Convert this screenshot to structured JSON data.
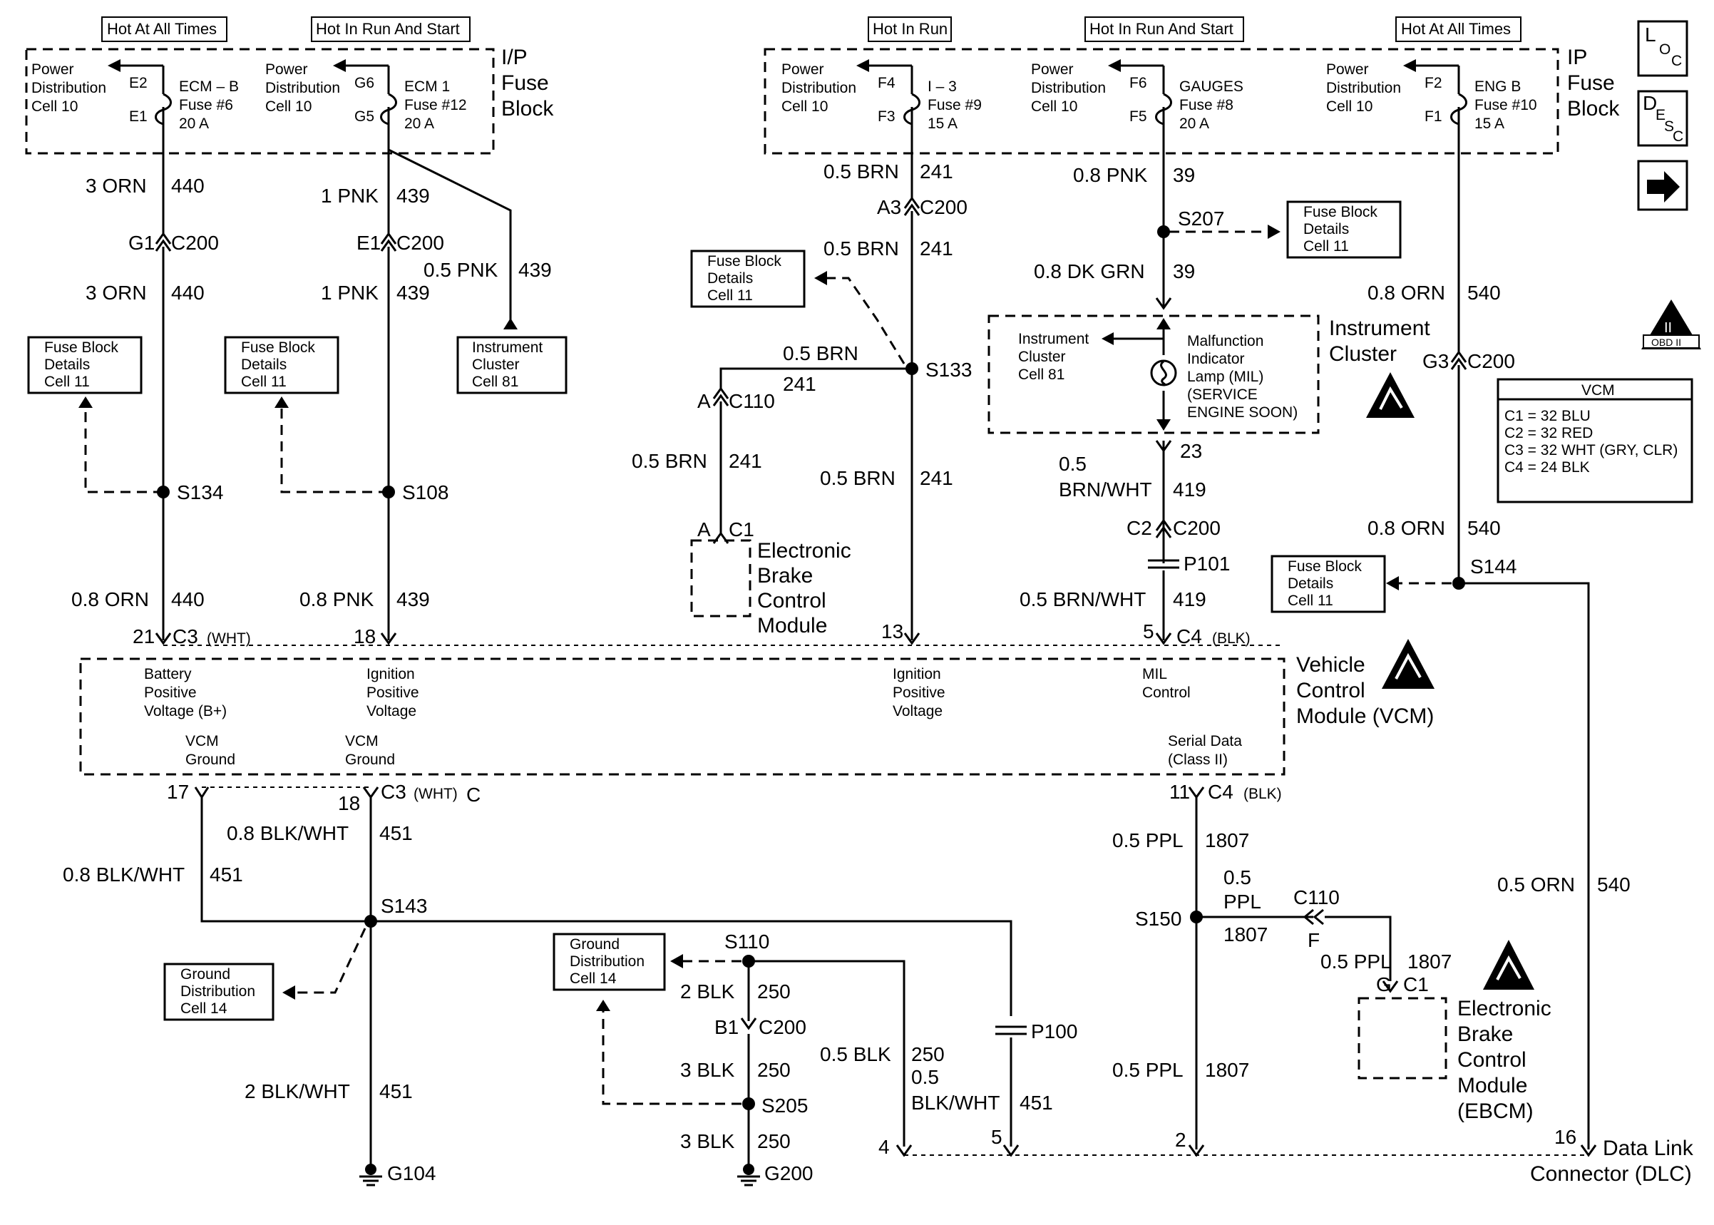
{
  "headers": {
    "hot_at_all_times_1": "Hot At All Times",
    "hot_in_run_and_start_1": "Hot In Run And Start",
    "hot_in_run": "Hot In Run",
    "hot_in_run_and_start_2": "Hot In Run And Start",
    "hot_at_all_times_2": "Hot At All Times"
  },
  "fuse_blocks": {
    "ip_left": [
      "I/P",
      "Fuse",
      "Block"
    ],
    "ip_right": [
      "IP",
      "Fuse",
      "Block"
    ]
  },
  "fuses": [
    {
      "pd": [
        "Power",
        "Distribution",
        "Cell 10"
      ],
      "top": "E2",
      "bottom": "E1",
      "name": [
        "ECM – B",
        "Fuse #6",
        "20 A"
      ]
    },
    {
      "pd": [
        "Power",
        "Distribution",
        "Cell 10"
      ],
      "top": "G6",
      "bottom": "G5",
      "name": [
        "ECM 1",
        "Fuse #12",
        "20 A"
      ]
    },
    {
      "pd": [
        "Power",
        "Distribution",
        "Cell 10"
      ],
      "top": "F4",
      "bottom": "F3",
      "name": [
        "I – 3",
        "Fuse #9",
        "15 A"
      ]
    },
    {
      "pd": [
        "Power",
        "Distribution",
        "Cell 10"
      ],
      "top": "F6",
      "bottom": "F5",
      "name": [
        "GAUGES",
        "Fuse #8",
        "20 A"
      ]
    },
    {
      "pd": [
        "Power",
        "Distribution",
        "Cell 10"
      ],
      "top": "F2",
      "bottom": "F1",
      "name": [
        "ENG B",
        "Fuse #10",
        "15 A"
      ]
    }
  ],
  "side_icons": {
    "loc": [
      "L",
      "O",
      "C"
    ],
    "desc": [
      "D",
      "E",
      "S",
      "C"
    ],
    "obd": "OBD II",
    "obd_roman": "II"
  },
  "refs": {
    "fbd_1": [
      "Fuse Block",
      "Details",
      "Cell 11"
    ],
    "fbd_2": [
      "Fuse Block",
      "Details",
      "Cell 11"
    ],
    "fbd_3": [
      "Fuse Block",
      "Details",
      "Cell 11"
    ],
    "fbd_4": [
      "Fuse Block",
      "Details",
      "Cell 11"
    ],
    "fbd_5": [
      "Fuse Block",
      "Details",
      "Cell 11"
    ],
    "ic_81": [
      "Instrument",
      "Cluster",
      "Cell 81"
    ],
    "gd_1": [
      "Ground",
      "Distribution",
      "Cell 14"
    ],
    "gd_2": [
      "Ground",
      "Distribution",
      "Cell 14"
    ]
  },
  "vcm_table": {
    "title": "VCM",
    "rows": [
      "C1 = 32 BLU",
      "C2 = 32 RED",
      "C3 = 32 WHT (GRY, CLR)",
      "C4 = 24 BLK"
    ]
  },
  "instrument_cluster": {
    "ref": [
      "Instrument",
      "Cluster",
      "Cell 81"
    ],
    "mil": [
      "Malfunction",
      "Indicator",
      "Lamp (MIL)",
      "(SERVICE",
      "ENGINE SOON)"
    ],
    "label": [
      "Instrument",
      "Cluster"
    ]
  },
  "ebcm_top": [
    "Electronic",
    "Brake",
    "Control",
    "Module"
  ],
  "ebcm_bottom": [
    "Electronic",
    "Brake",
    "Control",
    "Module",
    "(EBCM)"
  ],
  "vcm": {
    "label": [
      "Vehicle",
      "Control",
      "Module (VCM)"
    ],
    "pins": {
      "bpv": [
        "Battery",
        "Positive",
        "Voltage (B+)"
      ],
      "ipv1": [
        "Ignition",
        "Positive",
        "Voltage"
      ],
      "ipv2": [
        "Ignition",
        "Positive",
        "Voltage"
      ],
      "mil": [
        "MIL",
        "Control"
      ],
      "gnd1": [
        "VCM",
        "Ground"
      ],
      "gnd2": [
        "VCM",
        "Ground"
      ],
      "serial": [
        "Serial Data",
        "(Class II)"
      ]
    }
  },
  "dlc": [
    "Data Link",
    "Connector (DLC)"
  ],
  "wires": {
    "w1a": {
      "label": "3 ORN",
      "num": "440"
    },
    "w1b": {
      "label": "3 ORN",
      "num": "440"
    },
    "w1c": {
      "label": "0.8 ORN",
      "num": "440"
    },
    "w2a": {
      "label": "1 PNK",
      "num": "439"
    },
    "w2b": {
      "label": "1 PNK",
      "num": "439"
    },
    "w2c": {
      "label": "0.8 PNK",
      "num": "439"
    },
    "w2d": {
      "label": "0.5 PNK",
      "num": "439"
    },
    "w3a": {
      "label": "0.5 BRN",
      "num": "241"
    },
    "w3b": {
      "label": "0.5 BRN",
      "num": "241"
    },
    "w3c": {
      "label": "0.5 BRN",
      "num": "241"
    },
    "w3d": {
      "label": "0.5 BRN",
      "num": "241"
    },
    "w3e": {
      "label": "0.5 BRN",
      "num": "241"
    },
    "w4a": {
      "label": "0.8 PNK",
      "num": "39"
    },
    "w4b": {
      "label": "0.8 DK GRN",
      "num": "39"
    },
    "w4c": {
      "label": "0.5",
      "label2": "BRN/WHT",
      "num": "419"
    },
    "w4d": {
      "label": "0.5 BRN/WHT",
      "num": "419"
    },
    "w5a": {
      "label": "0.8 ORN",
      "num": "540"
    },
    "w5b": {
      "label": "0.8 ORN",
      "num": "540"
    },
    "w5c": {
      "label": "0.5 ORN",
      "num": "540"
    },
    "g1a": {
      "label": "0.8 BLK/WHT",
      "num": "451"
    },
    "g1b": {
      "label": "0.8 BLK/WHT",
      "num": "451"
    },
    "g1c": {
      "label": "2 BLK/WHT",
      "num": "451"
    },
    "g1d": {
      "label": "0.5",
      "label2": "BLK/WHT",
      "num": "451"
    },
    "g2a": {
      "label": "2 BLK",
      "num": "250"
    },
    "g2b": {
      "label": "3 BLK",
      "num": "250"
    },
    "g2c": {
      "label": "3 BLK",
      "num": "250"
    },
    "g2d": {
      "label": "0.5 BLK",
      "num": "250"
    },
    "s1a": {
      "label": "0.5 PPL",
      "num": "1807"
    },
    "s1b": {
      "label": "0.5",
      "label2": "PPL",
      "num": "1807"
    },
    "s1c": {
      "label": "0.5 PPL",
      "num": "1807"
    },
    "s1d": {
      "label": "0.5 PPL",
      "num": "1807"
    }
  },
  "connectors": {
    "g1c200": "G1",
    "c200a": "C200",
    "e1c200": "E1",
    "c200b": "C200",
    "a3c200": "A3",
    "c200c": "C200",
    "g3c200": "G3",
    "c200d": "C200",
    "c2c200": "C2",
    "c200e": "C200",
    "b1c200": "B1",
    "c200f": "C200",
    "a_c110": "A",
    "c110": "C110",
    "a_c1": "A",
    "c1": "C1",
    "c110_2": "C110",
    "f_pin": "F",
    "g_pin": "G",
    "c1_2": "C1",
    "pin21": "21",
    "c3": "C3",
    "wht": "(WHT)",
    "pin18": "18",
    "pin13": "13",
    "pin5": "5",
    "c4": "C4",
    "blk": "(BLK)",
    "pin17": "17",
    "pin18b": "18",
    "c3b": "C3",
    "whtb": "(WHT)",
    "c_letter": "C",
    "pin11": "11",
    "c4b": "C4",
    "blkb": "(BLK)",
    "pin23": "23",
    "dlc4": "4",
    "dlc5": "5",
    "dlc2": "2",
    "dlc16": "16"
  },
  "splices": {
    "s134": "S134",
    "s108": "S108",
    "s133": "S133",
    "s207": "S207",
    "s144": "S144",
    "s143": "S143",
    "s110": "S110",
    "s205": "S205",
    "s150": "S150"
  },
  "inline": {
    "p101": "P101",
    "p100": "P100"
  },
  "grounds": {
    "g104": "G104",
    "g200": "G200"
  }
}
